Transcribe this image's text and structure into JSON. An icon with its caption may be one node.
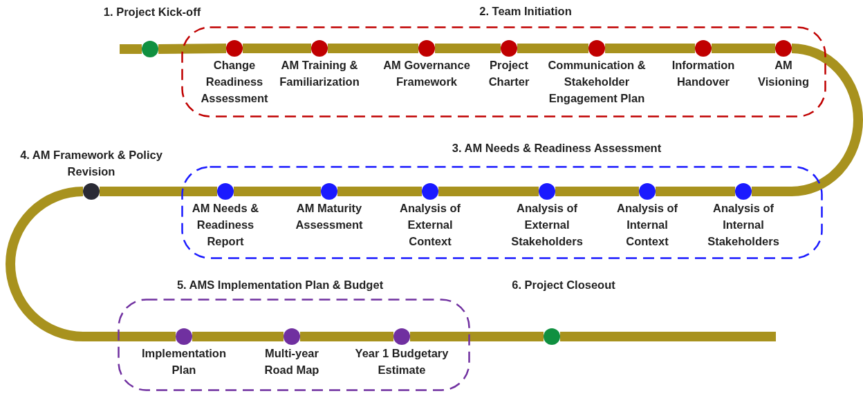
{
  "diagram": {
    "nodes": [
      {
        "text": [
          "1. Project Kick-off"
        ]
      },
      {
        "text": [
          "2. Team Initiation"
        ]
      },
      {
        "text": [
          "Change Readiness Assessment"
        ],
        "in": 1
      },
      {
        "text": [
          "AM Training & Familiarization"
        ],
        "in": 1
      },
      {
        "text": [
          "AM Governance Framework"
        ],
        "in": 1
      },
      {
        "text": [
          "Project Charter"
        ],
        "in": 1
      },
      {
        "text": [
          "Communication & Stakeholder Engagement Plan"
        ],
        "in": 1
      },
      {
        "text": [
          "Information Handover"
        ],
        "in": 1
      },
      {
        "text": [
          "AM Visioning"
        ],
        "in": 1
      },
      {
        "text": [
          "3. AM Needs & Readiness Assessment"
        ]
      },
      {
        "text": [
          "AM Needs & Readiness Report"
        ],
        "in": 9
      },
      {
        "text": [
          "AM Maturity Assessment"
        ],
        "in": 9
      },
      {
        "text": [
          "Analysis of External Context"
        ],
        "in": 9
      },
      {
        "text": [
          "Analysis of External Stakeholders"
        ],
        "in": 9
      },
      {
        "text": [
          "Analysis of Internal Context"
        ],
        "in": 9
      },
      {
        "text": [
          "Analysis of Internal Stakeholders"
        ],
        "in": 9
      },
      {
        "text": [
          "4. AM Framework & Policy Revision"
        ]
      },
      {
        "text": [
          "5. AMS Implementation Plan & Budget"
        ]
      },
      {
        "text": [
          "Implementation Plan"
        ],
        "in": 17
      },
      {
        "text": [
          "Multi-year Road Map"
        ],
        "in": 17
      },
      {
        "text": [
          "Year 1 Budgetary Estimate"
        ],
        "in": 17
      },
      {
        "text": [
          "6. Project Closeout"
        ]
      }
    ],
    "edges": [
      {
        "from": null,
        "to": 0,
        "arrow": "none"
      },
      {
        "from": 0,
        "to": 2,
        "arrow": "none"
      },
      {
        "from": 2,
        "to": 3,
        "arrow": "none"
      },
      {
        "from": 3,
        "to": 4,
        "arrow": "none"
      },
      {
        "from": 4,
        "to": 5,
        "arrow": "none"
      },
      {
        "from": 5,
        "to": 6,
        "arrow": "none"
      },
      {
        "from": 6,
        "to": 7,
        "arrow": "none"
      },
      {
        "from": 7,
        "to": 8,
        "arrow": "none"
      },
      {
        "from": 8,
        "to": 15,
        "arrow": "none"
      },
      {
        "from": 15,
        "to": 14,
        "arrow": "none"
      },
      {
        "from": 14,
        "to": 13,
        "arrow": "none"
      },
      {
        "from": 13,
        "to": 12,
        "arrow": "none"
      },
      {
        "from": 12,
        "to": 11,
        "arrow": "none"
      },
      {
        "from": 11,
        "to": 10,
        "arrow": "none"
      },
      {
        "from": 10,
        "to": 16,
        "arrow": "none"
      },
      {
        "from": 16,
        "to": 18,
        "arrow": "none"
      },
      {
        "from": 18,
        "to": 19,
        "arrow": "none"
      },
      {
        "from": 19,
        "to": 20,
        "arrow": "none"
      },
      {
        "from": 20,
        "to": 21,
        "arrow": "none"
      },
      {
        "from": 21,
        "to": null,
        "arrow": "none"
      }
    ]
  }
}
